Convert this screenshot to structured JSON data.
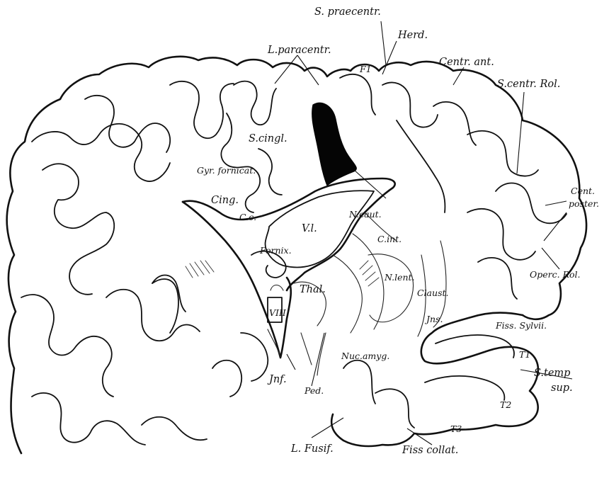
{
  "figure": {
    "labels": {
      "s_praecentr": "S. praecentr.",
      "herd": "Herd.",
      "l_paracentr": "L.paracentr.",
      "f1": "F1",
      "centr_ant": "Centr. ant.",
      "s_centr_rol": "S.centr. Rol.",
      "s_cingl": "S.cingl.",
      "gyr_fornicat": "Gyr. fornicat.",
      "cing": "Cing.",
      "cc": "C.c.",
      "vl": "V.l.",
      "n_caud": "N.caut.",
      "c_int": "C.int.",
      "cent_poster_1": "Cent.",
      "cent_poster_2": "poster.",
      "fornix": "Fornix.",
      "n_lent": "N.lent.",
      "thal": "Thal.",
      "claust": "Claust.",
      "oper_rol": "Operc. Rol.",
      "viii": "VIII",
      "jns": "Jns.",
      "fiss_sylvii": "Fiss. Sylvii.",
      "nuc_amyg": "Nuc.amyg.",
      "t1": "T1",
      "s_temp_sup_1": "S.temp",
      "s_temp_sup_2": "sup.",
      "jnf": "Jnf.",
      "ped": "Ped.",
      "t2": "T2",
      "t3": "T3",
      "l_fusif": "L. Fusif.",
      "fiss_collat": "Fiss collat."
    }
  }
}
